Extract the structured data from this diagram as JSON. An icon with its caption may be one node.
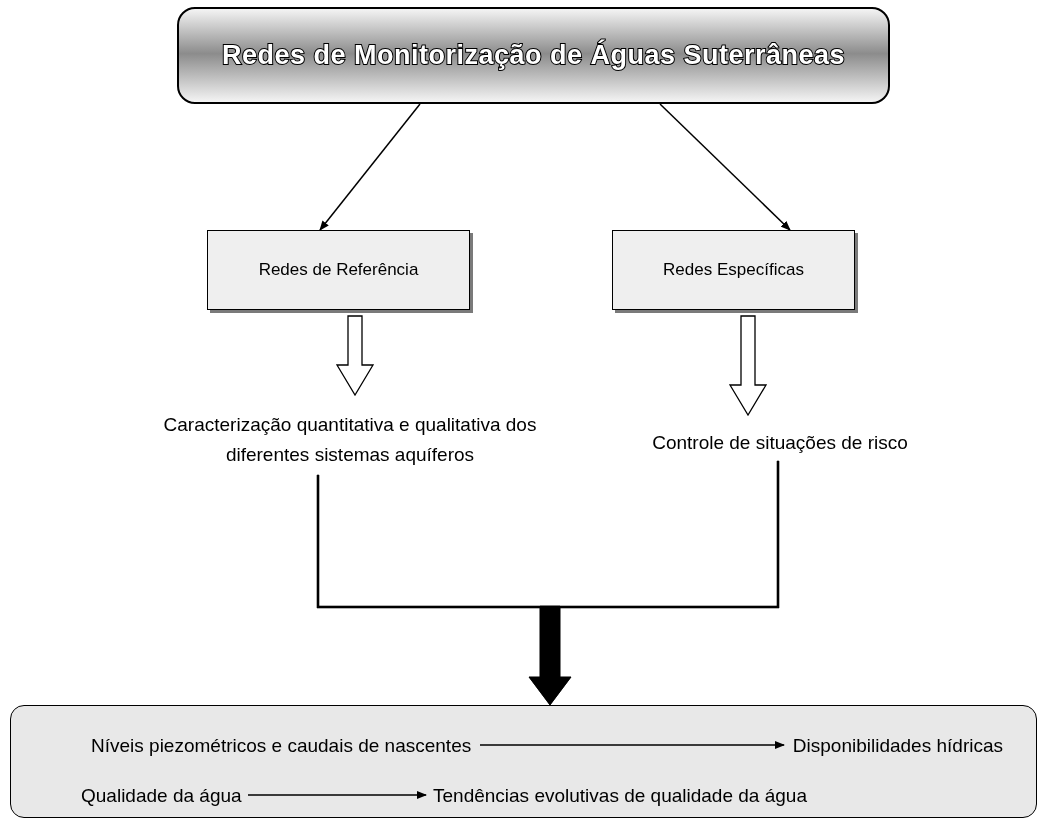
{
  "diagram": {
    "nodes": [
      {
        "text": [
          "Redes de Monitorização de Águas Suterrâneas"
        ]
      },
      {
        "text": [
          "Redes de Referência"
        ]
      },
      {
        "text": [
          "Redes Específicas"
        ]
      },
      {
        "text": [
          "Caracterização quantitativa e qualitativa dos diferentes sistemas aquíferos"
        ]
      },
      {
        "text": [
          "Controle de situações de risco"
        ]
      },
      {
        "text": [],
        "shape": "box"
      },
      {
        "text": [
          "Níveis piezométricos e caudais de nascentes"
        ],
        "in": 5
      },
      {
        "text": [
          "Disponibilidades hídricas"
        ],
        "in": 5
      },
      {
        "text": [
          "Qualidade da água"
        ],
        "in": 5
      },
      {
        "text": [
          "Tendências evolutivas de qualidade da água"
        ],
        "in": 5
      }
    ],
    "edges": [
      {
        "from": 0,
        "to": 1,
        "arrow": "to"
      },
      {
        "from": 0,
        "to": 2,
        "arrow": "to"
      },
      {
        "from": 1,
        "to": 3,
        "arrow": "to",
        "style": "thick"
      },
      {
        "from": 2,
        "to": 4,
        "arrow": "to",
        "style": "thick"
      },
      {
        "from": 3,
        "to": 5,
        "arrow": "to",
        "style": "thick",
        "color": "#000000"
      },
      {
        "from": 4,
        "to": 5,
        "arrow": "to",
        "style": "thick",
        "color": "#000000"
      },
      {
        "from": 6,
        "to": 7,
        "arrow": "to"
      },
      {
        "from": 8,
        "to": 9,
        "arrow": "to"
      }
    ]
  }
}
